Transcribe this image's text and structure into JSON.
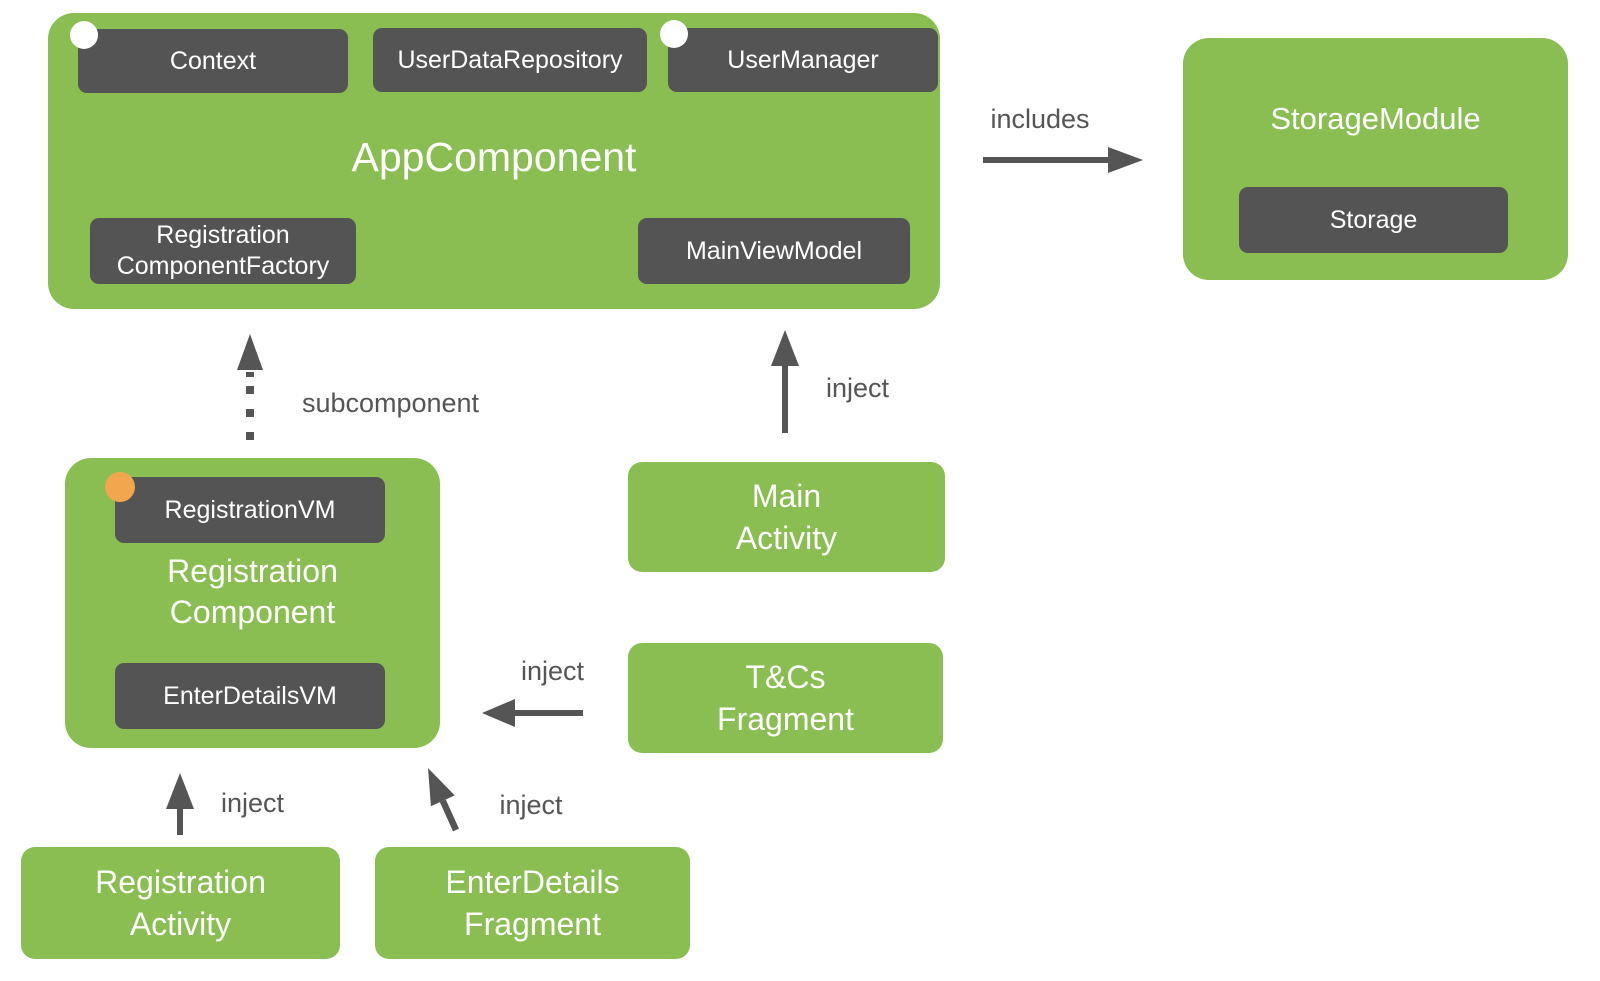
{
  "colors": {
    "green": "#8abd52",
    "dark_gray": "#545454",
    "arrow_gray": "#555555",
    "white_dot": "#ffffff",
    "orange_dot": "#f2a64e",
    "text_white": "#ffffff",
    "background": "#ffffff"
  },
  "app_component": {
    "title": "AppComponent",
    "context_label": "Context",
    "user_data_repository_label": "UserDataRepository",
    "user_manager_label": "UserManager",
    "registration_component_factory_line1": "Registration",
    "registration_component_factory_line2": "ComponentFactory",
    "main_view_model_label": "MainViewModel"
  },
  "storage_module": {
    "title": "StorageModule",
    "storage_label": "Storage"
  },
  "registration_component": {
    "title_line1": "Registration",
    "title_line2": "Component",
    "registration_vm_label": "RegistrationVM",
    "enter_details_vm_label": "EnterDetailsVM"
  },
  "nodes": {
    "main_activity": {
      "line1": "Main",
      "line2": "Activity"
    },
    "tcs_fragment": {
      "line1": "T&Cs",
      "line2": "Fragment"
    },
    "registration_activity": {
      "line1": "Registration",
      "line2": "Activity"
    },
    "enter_details_fragment": {
      "line1": "EnterDetails",
      "line2": "Fragment"
    }
  },
  "edges": {
    "includes_label": "includes",
    "subcomponent_label": "subcomponent",
    "inject_main_label": "inject",
    "inject_tcs_label": "inject",
    "inject_registration_label": "inject",
    "inject_enter_details_label": "inject"
  }
}
